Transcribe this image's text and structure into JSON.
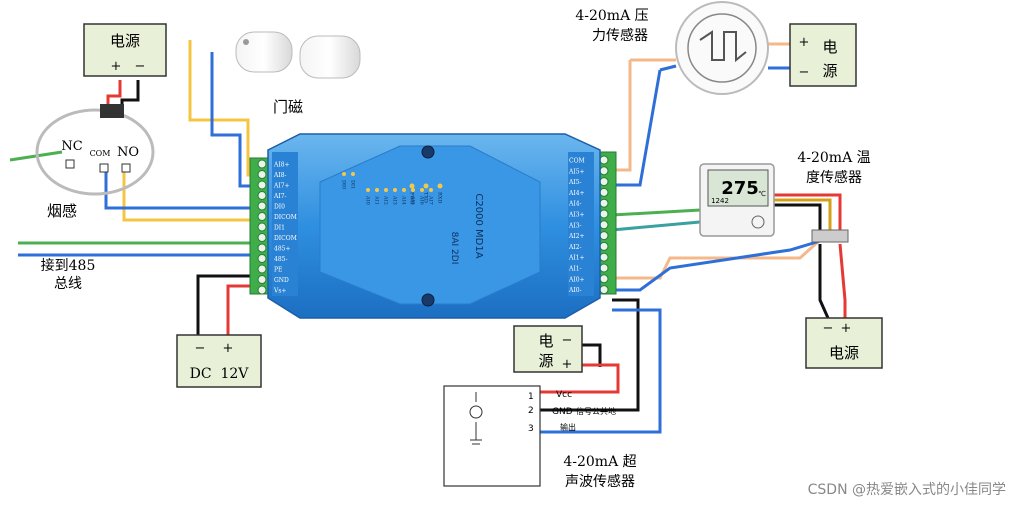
{
  "labels": {
    "power_left_top": "电源",
    "power_plus": "+",
    "power_minus": "−",
    "door_magnet": "门磁",
    "smoke_nc": "NC",
    "smoke_com": "COM",
    "smoke_no": "NO",
    "smoke_sensor": "烟感",
    "rs485_line1": "接到485",
    "rs485_line2": "总线",
    "dc_minus": "−",
    "dc_plus": "+",
    "dc_label": "DC  12V",
    "pressure_line1": "4-20mA 压",
    "pressure_line2": "力传感器",
    "power_right_top_plus": "+",
    "power_right_top_minus": "−",
    "power_right_top_ch1": "电",
    "power_right_top_ch2": "源",
    "temp_line1": "4-20mA 温",
    "temp_line2": "度传感器",
    "temp_display": "275",
    "temp_unit": "℃",
    "temp_small": "1242",
    "power_right_minus": "−",
    "power_right_plus": "+",
    "power_right_bottom": "电源",
    "power_center_ch1": "电",
    "power_center_ch2": "源",
    "power_center_plus": "+",
    "power_center_minus": "−",
    "ultra_vcc": "Vcc",
    "ultra_gnd": "GND",
    "ultra_gnd_note": "信号公共地",
    "ultra_out": "输出",
    "ultra_pin1": "1",
    "ultra_pin2": "2",
    "ultra_pin3": "3",
    "ultra_line1": "4-20mA 超",
    "ultra_line2": "声波传感器",
    "watermark": "CSDN @热爱嵌入式的小佳同学"
  },
  "module": {
    "model": "C2000 MD1A",
    "spec": "8AI 2DI",
    "leds": [
      "PWR",
      "TXD",
      "RXD"
    ],
    "ai_leds": [
      "AI0",
      "AI1",
      "AI2",
      "AI3",
      "AI4",
      "AI5",
      "AI6",
      "AI7"
    ],
    "di_leds": [
      "DI0",
      "DI1"
    ],
    "left_terminals": [
      "AI8+",
      "AI8-",
      "AI7+",
      "AI7-",
      "DI0",
      "DICOM",
      "DI1",
      "DICOM",
      "485+",
      "485-",
      "PE",
      "GND",
      "Vs+"
    ],
    "right_terminals": [
      "COM",
      "AI5+",
      "AI5-",
      "AI4+",
      "AI4-",
      "AI3+",
      "AI3-",
      "AI2+",
      "AI2-",
      "AI1+",
      "AI1-",
      "AI0+",
      "AI0-"
    ]
  }
}
